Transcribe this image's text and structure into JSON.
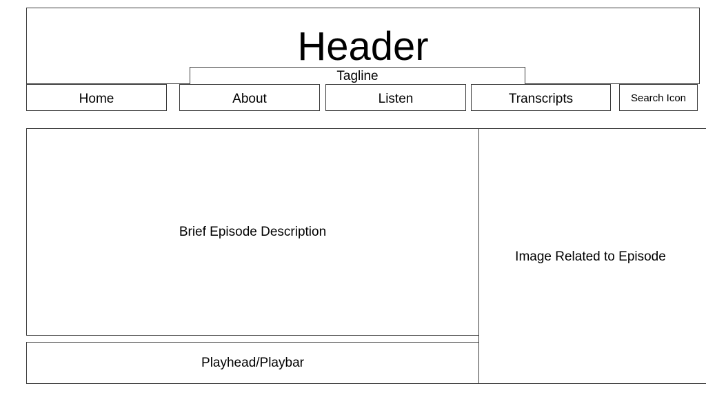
{
  "header": {
    "title": "Header",
    "tagline": "Tagline"
  },
  "nav": {
    "home": "Home",
    "about": "About",
    "listen": "Listen",
    "transcripts": "Transcripts",
    "search": "Search Icon"
  },
  "main": {
    "description": "Brief Episode Description",
    "image": "Image Related to Episode",
    "playbar": "Playhead/Playbar"
  }
}
